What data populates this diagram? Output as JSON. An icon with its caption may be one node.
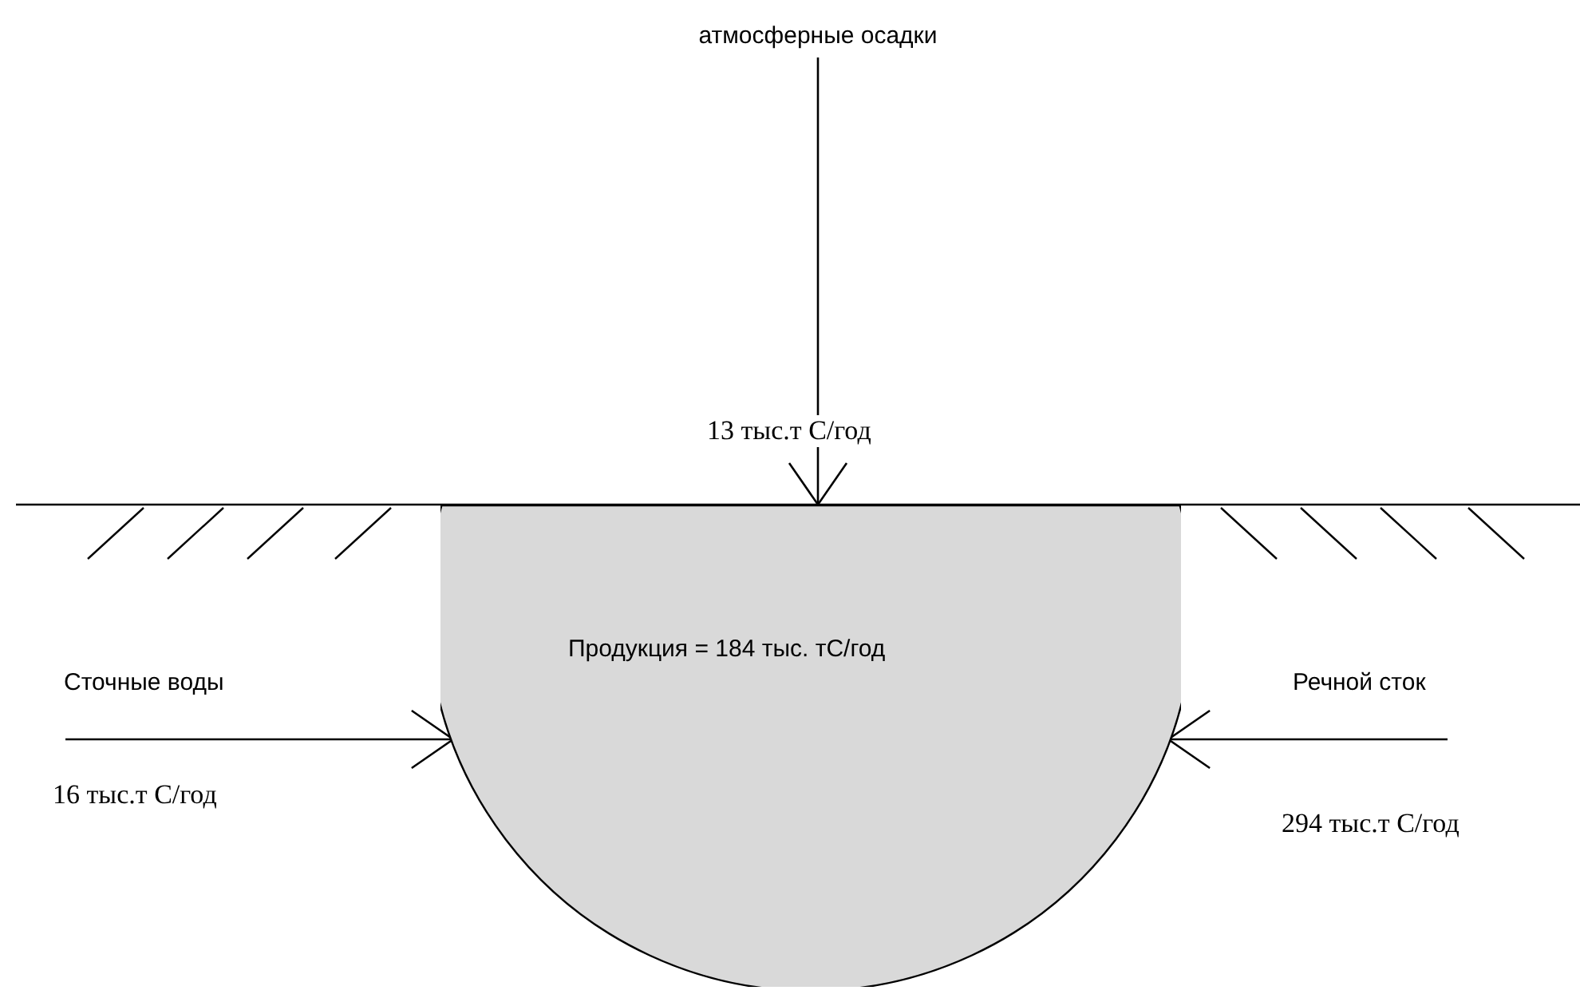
{
  "diagram": {
    "nodes": [
      {
        "text": [
          "Продукция = 184 тыс. тС/год"
        ]
      },
      {
        "text": [
          "атмосферные осадки"
        ]
      },
      {
        "text": [
          "Сточные воды"
        ]
      },
      {
        "text": [
          "Речной сток"
        ]
      }
    ],
    "edges": [
      {
        "from": 1,
        "to": 0,
        "arrow": "to",
        "label": "13 тыс.т С/год"
      },
      {
        "from": 2,
        "to": 0,
        "arrow": "to",
        "label": "16 тыс.т С/год"
      },
      {
        "from": 3,
        "to": 0,
        "arrow": "to",
        "label": "294 тыс.т С/год"
      }
    ]
  }
}
